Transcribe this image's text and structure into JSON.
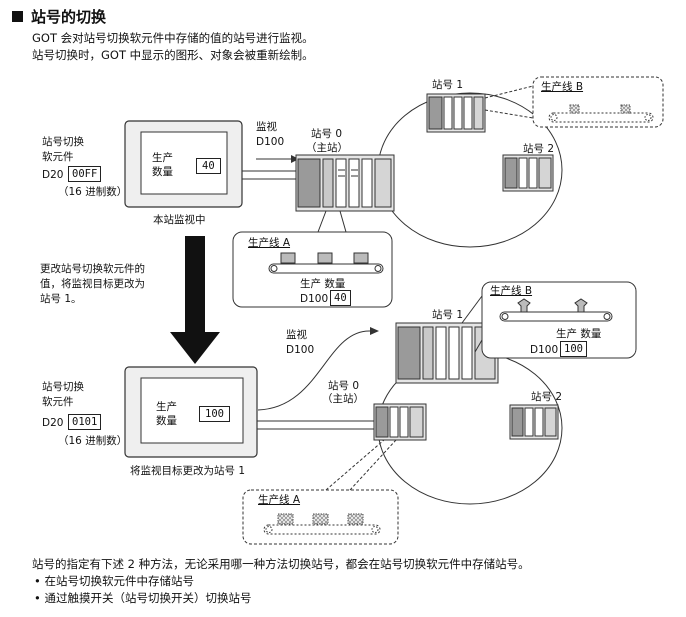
{
  "header": {
    "title": "站号的切换",
    "intro_line1": "GOT 会对站号切换软元件中存储的值的站号进行监视。",
    "intro_line2": "站号切换时，GOT 中显示的图形、对象会被重新绘制。"
  },
  "top": {
    "device_label_1": "站号切换",
    "device_label_2": "软元件",
    "device_addr": "D20",
    "device_value": "00FF",
    "device_note": "（16 进制数）",
    "screen_label_1": "生产",
    "screen_label_2": "数量",
    "screen_value": "40",
    "caption": "本站监视中",
    "monitor_1": "监视",
    "monitor_2": "D100",
    "station0_1": "站号 0",
    "station0_2": "（主站）",
    "station1": "站号 1",
    "station2": "站号 2",
    "lineB": "生产线 B",
    "lineA": "生产线 A",
    "lineA_qty": "生产 数量",
    "lineA_addr": "D100",
    "lineA_value": "40"
  },
  "middle": {
    "note_1": "更改站号切换软元件的",
    "note_2": "值，将监视目标更改为",
    "note_3": "站号 1。"
  },
  "bottom": {
    "device_label_1": "站号切换",
    "device_label_2": "软元件",
    "device_addr": "D20",
    "device_value": "0101",
    "device_note": "（16 进制数）",
    "screen_label_1": "生产",
    "screen_label_2": "数量",
    "screen_value": "100",
    "caption": "将监视目标更改为站号 1",
    "monitor_1": "监视",
    "monitor_2": "D100",
    "station0_1": "站号 0",
    "station0_2": "（主站）",
    "station1": "站号 1",
    "station2": "站号 2",
    "lineB": "生产线 B",
    "lineB_qty": "生产 数量",
    "lineB_addr": "D100",
    "lineB_value": "100",
    "lineA": "生产线 A"
  },
  "footer": {
    "text": "站号的指定有下述 2 种方法，无论采用哪一种方法切换站号，都会在站号切换软元件中存储站号。",
    "bullet_1": "在站号切换软元件中存储站号",
    "bullet_2": "通过触摸开关（站号切换开关）切换站号"
  }
}
